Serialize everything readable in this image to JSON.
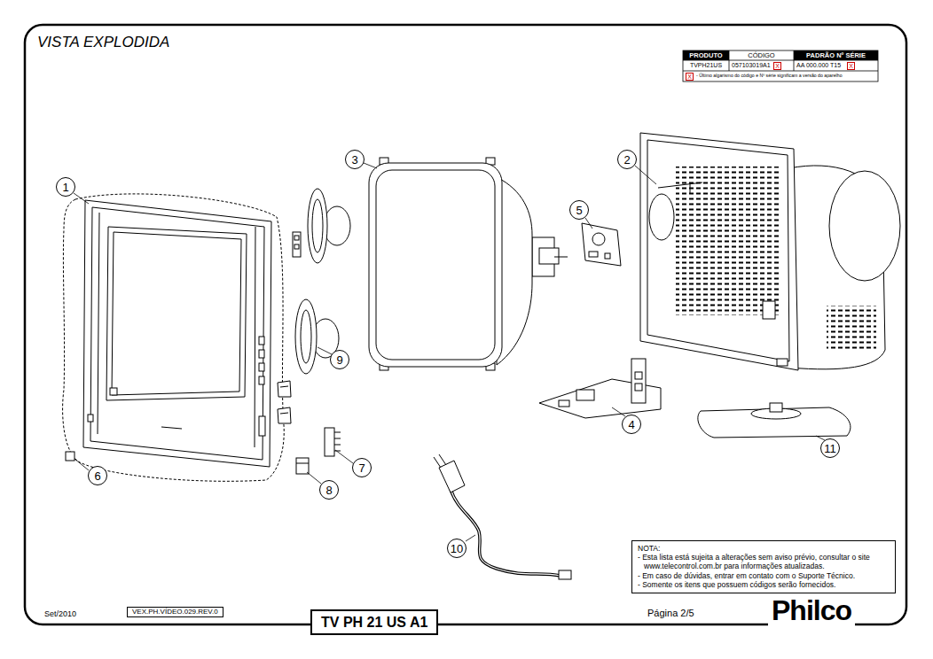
{
  "diagram": {
    "title": "VISTA EXPLODIDA",
    "nodes": [
      {
        "text": [
          "1"
        ]
      },
      {
        "text": [
          "2"
        ]
      },
      {
        "text": [
          "3"
        ]
      },
      {
        "text": [
          "4"
        ]
      },
      {
        "text": [
          "5"
        ]
      },
      {
        "text": [
          "6"
        ]
      },
      {
        "text": [
          "7"
        ]
      },
      {
        "text": [
          "8"
        ]
      },
      {
        "text": [
          "9"
        ]
      },
      {
        "text": [
          "10"
        ]
      },
      {
        "text": [
          "11"
        ]
      },
      {
        "text": [
          "NOTA:",
          "- Esta lista está sujeita a alterações sem aviso prévio, consultar o site www.telecontrol.com.br para informações atualizadas.",
          "- Em caso de dúvidas, entrar em contato com o Suporte Técnico.",
          "- Somente os itens que possuem códigos serão fornecidos."
        ]
      },
      {
        "text": [
          "VEX.PH.VÍDEO.029.REV.0"
        ]
      },
      {
        "text": [
          "TV PH 21 US A1"
        ]
      }
    ],
    "labels": [
      "PRODUTO",
      "CÓDIGO",
      "PADRÃO Nº SÉRIE",
      "TVPH21US",
      "057103019A1",
      "X",
      "AA 000.000 T15",
      "X",
      "X",
      "- Último algarismo do código e Nº série significam a versão do aparelho",
      "Set/2010",
      "Página 2/5",
      "Philco"
    ]
  }
}
